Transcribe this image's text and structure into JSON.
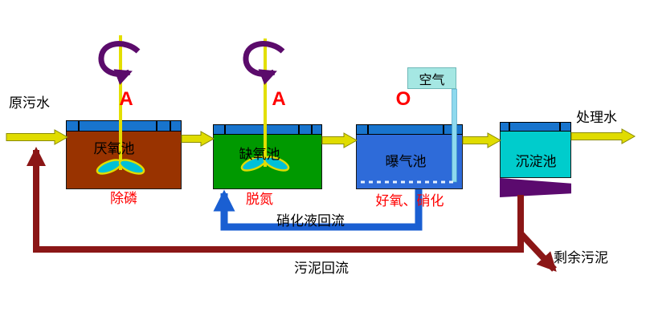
{
  "diagram": {
    "influent_label": "原污水",
    "effluent_label": "处理水",
    "air_label": "空气",
    "nitrate_recycle_label": "硝化液回流",
    "sludge_return_label": "污泥回流",
    "excess_sludge_label": "剩余污泥",
    "tanks": [
      {
        "name": "厌氧池",
        "stage": "A",
        "function": "除磷"
      },
      {
        "name": "缺氧池",
        "stage": "A",
        "function": "脱氮"
      },
      {
        "name": "曝气池",
        "stage": "O",
        "function": "好氧、硝化"
      },
      {
        "name": "沉淀池"
      }
    ],
    "colors": {
      "flow_arrow": "#E0DC00",
      "tank_top": "#1874CD",
      "anaerobic_body": "#993300",
      "anoxic_body": "#009900",
      "aeration_body": "#2E6BD9",
      "settling_body": "#00CCCC",
      "settling_hopper": "#5B0A6E",
      "stage_text": "#FF0000",
      "nitrate_loop": "#1A5FD2",
      "sludge_loop": "#8B1616",
      "mixer_arrow": "#5B0B6B",
      "air_box_bg": "#A5E7E3"
    }
  }
}
